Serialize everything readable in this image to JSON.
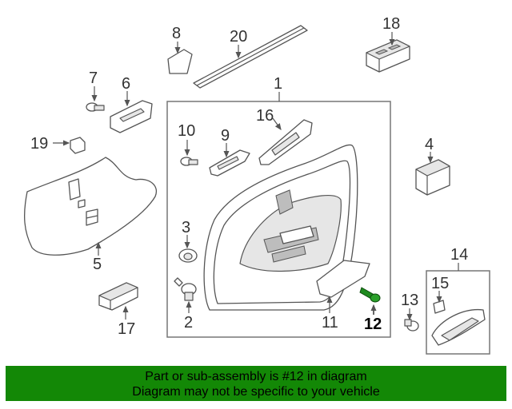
{
  "callouts": {
    "n1": "1",
    "n2": "2",
    "n3": "3",
    "n4": "4",
    "n5": "5",
    "n6": "6",
    "n7": "7",
    "n8": "8",
    "n9": "9",
    "n10": "10",
    "n11": "11",
    "n12": "12",
    "n13": "13",
    "n14": "14",
    "n15": "15",
    "n16": "16",
    "n17": "17",
    "n18": "18",
    "n19": "19",
    "n20": "20"
  },
  "highlight": {
    "part_number": "12",
    "color": "#1e8a1e"
  },
  "banner": {
    "line1": "Part or sub-assembly is #12 in diagram",
    "line2": "Diagram may not be specific to your vehicle",
    "background": "#138806"
  }
}
